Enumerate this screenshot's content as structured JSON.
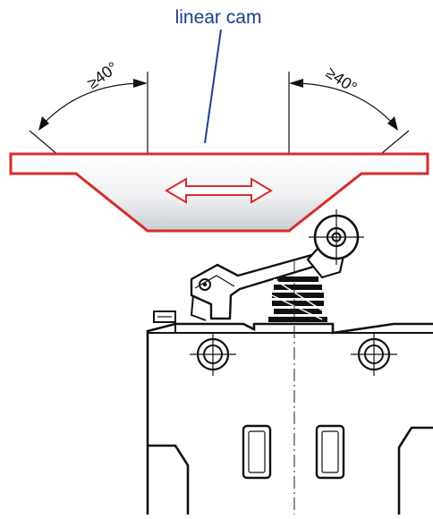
{
  "diagram": {
    "title_label": "linear cam",
    "angle_left": "≥40°",
    "angle_right": "≥40°",
    "colors": {
      "cam_outline": "#d92b2b",
      "label_text": "#1f3f8c",
      "leader_line": "#1f3f8c",
      "drawing_lines": "#111111",
      "cam_fill_top": "#ffffff",
      "cam_fill_bottom": "#cfd4d8"
    },
    "icons": {
      "motion_arrow": "double-headed-arrow-icon",
      "roller": "roller-icon",
      "spring": "spring-icon"
    }
  }
}
